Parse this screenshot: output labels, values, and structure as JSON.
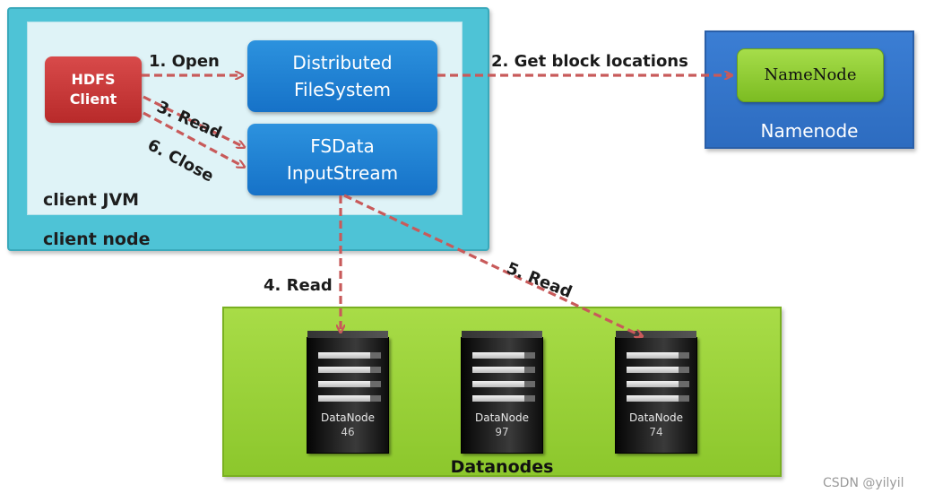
{
  "client_node": {
    "label": "client node"
  },
  "client_jvm": {
    "label": "client JVM"
  },
  "hdfs_client": {
    "line1": "HDFS",
    "line2": "Client"
  },
  "distributed_filesystem": {
    "line1": "Distributed",
    "line2": "FileSystem"
  },
  "fsdata_inputstream": {
    "line1": "FSData",
    "line2": "InputStream"
  },
  "namenode": {
    "inner": "NameNode",
    "label": "Namenode"
  },
  "datanodes": {
    "label": "Datanodes",
    "nodes": [
      {
        "label": "DataNode",
        "number": "46"
      },
      {
        "label": "DataNode",
        "number": "97"
      },
      {
        "label": "DataNode",
        "number": "74"
      }
    ]
  },
  "steps": {
    "open": "1. Open",
    "get_block_locations": "2. Get block locations",
    "read_3": "3. Read",
    "read_4": "4. Read",
    "read_5": "5. Read",
    "close": "6. Close"
  },
  "colors": {
    "client_node": "#4ec3d6",
    "client_jvm": "#dff3f7",
    "hdfs_client": "#c83434",
    "blue_box": "#1f80d4",
    "namenode_outer": "#3577cc",
    "namenode_inner": "#92cc35",
    "datanodes": "#9ad23a",
    "arrow": "#c85a5a"
  },
  "watermark": "CSDN @yilyil"
}
